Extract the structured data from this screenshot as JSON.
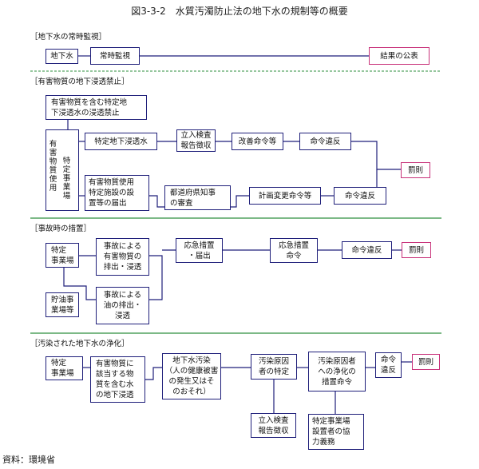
{
  "title": "図3-3-2　水質汚濁防止法の地下水の規制等の概要",
  "source": "資料：環境省",
  "colors": {
    "line": "#1f1f7a",
    "penalty_border": "#c8327a",
    "divider": "#2f8f3f"
  },
  "section1": {
    "heading": "［地下水の常時監視］",
    "groundwater": "地下水",
    "monitoring": "常時監視",
    "publication": "結果の公表"
  },
  "section2": {
    "heading": "［有害物質の地下浸透禁止］",
    "prohibition": "有害物質を含む特定地\n下浸透水の浸透禁止",
    "vertical_left": "有害物質使用",
    "vertical_right": "特定事業場",
    "infiltration": "特定地下浸透水",
    "inspection": "立入検査\n報告徴収",
    "improvement_order": "改善命令等",
    "violation_1": "命令違反",
    "facility_notice": "有害物質使用\n特定施設の設\n置等の届出",
    "governor_review": "都道府県知事\nの審査",
    "plan_change_order": "計画変更命令等",
    "violation_2": "命令違反",
    "penalty": "罰則"
  },
  "section3": {
    "heading": "［事故時の措置］",
    "specified_site": "特定\n事業場",
    "oil_storage": "貯油事\n業場等",
    "accident_hazardous": "事故による\n有害物質の\n排出・浸透",
    "accident_oil": "事故による\n油の排出・\n浸透",
    "emergency_notice": "応急措置\n・届出",
    "emergency_order": "応急措置\n命令",
    "violation": "命令違反",
    "penalty": "罰則"
  },
  "section4": {
    "heading": "［汚染された地下水の浄化］",
    "specified_site": "特定\n事業場",
    "seepage": "有害物質に\n該当する物\n質を含む水\nの地下浸透",
    "pollution": "地下水汚染\n（人の健康被害\nの発生又はそ\nのおそれ）",
    "identify": "汚染原因\n者の特定",
    "cleanup_order": "汚染原因者\nへの浄化の\n措置命令",
    "violation": "命令\n違反",
    "penalty": "罰則",
    "inspection": "立入検査\n報告徴収",
    "installer_duty": "特定事業場\n設置者の協\n力義務"
  }
}
